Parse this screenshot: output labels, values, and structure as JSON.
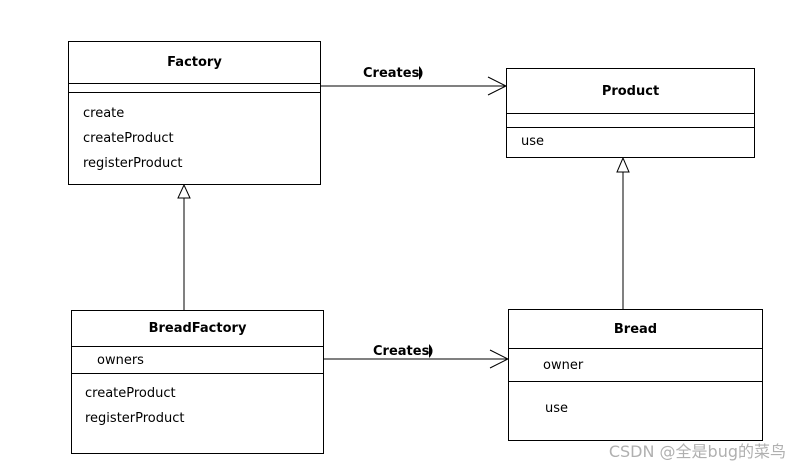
{
  "classes": {
    "factory": {
      "name": "Factory",
      "attributes": [],
      "operations": [
        "create",
        "createProduct",
        "registerProduct"
      ]
    },
    "product": {
      "name": "Product",
      "attributes": [],
      "operations": [
        "use"
      ]
    },
    "bread_factory": {
      "name": "BreadFactory",
      "attributes": [
        "owners"
      ],
      "operations": [
        "createProduct",
        "registerProduct"
      ]
    },
    "bread": {
      "name": "Bread",
      "attributes": [
        "owner"
      ],
      "operations": [
        "use"
      ]
    }
  },
  "relations": {
    "factory_creates_product": {
      "label": "Creates",
      "type": "association"
    },
    "breadfactory_creates_bread": {
      "label": "Creates",
      "type": "association"
    },
    "breadfactory_extends_factory": {
      "type": "generalization"
    },
    "bread_extends_product": {
      "type": "generalization"
    }
  },
  "watermark": "CSDN @全是bug的菜鸟"
}
